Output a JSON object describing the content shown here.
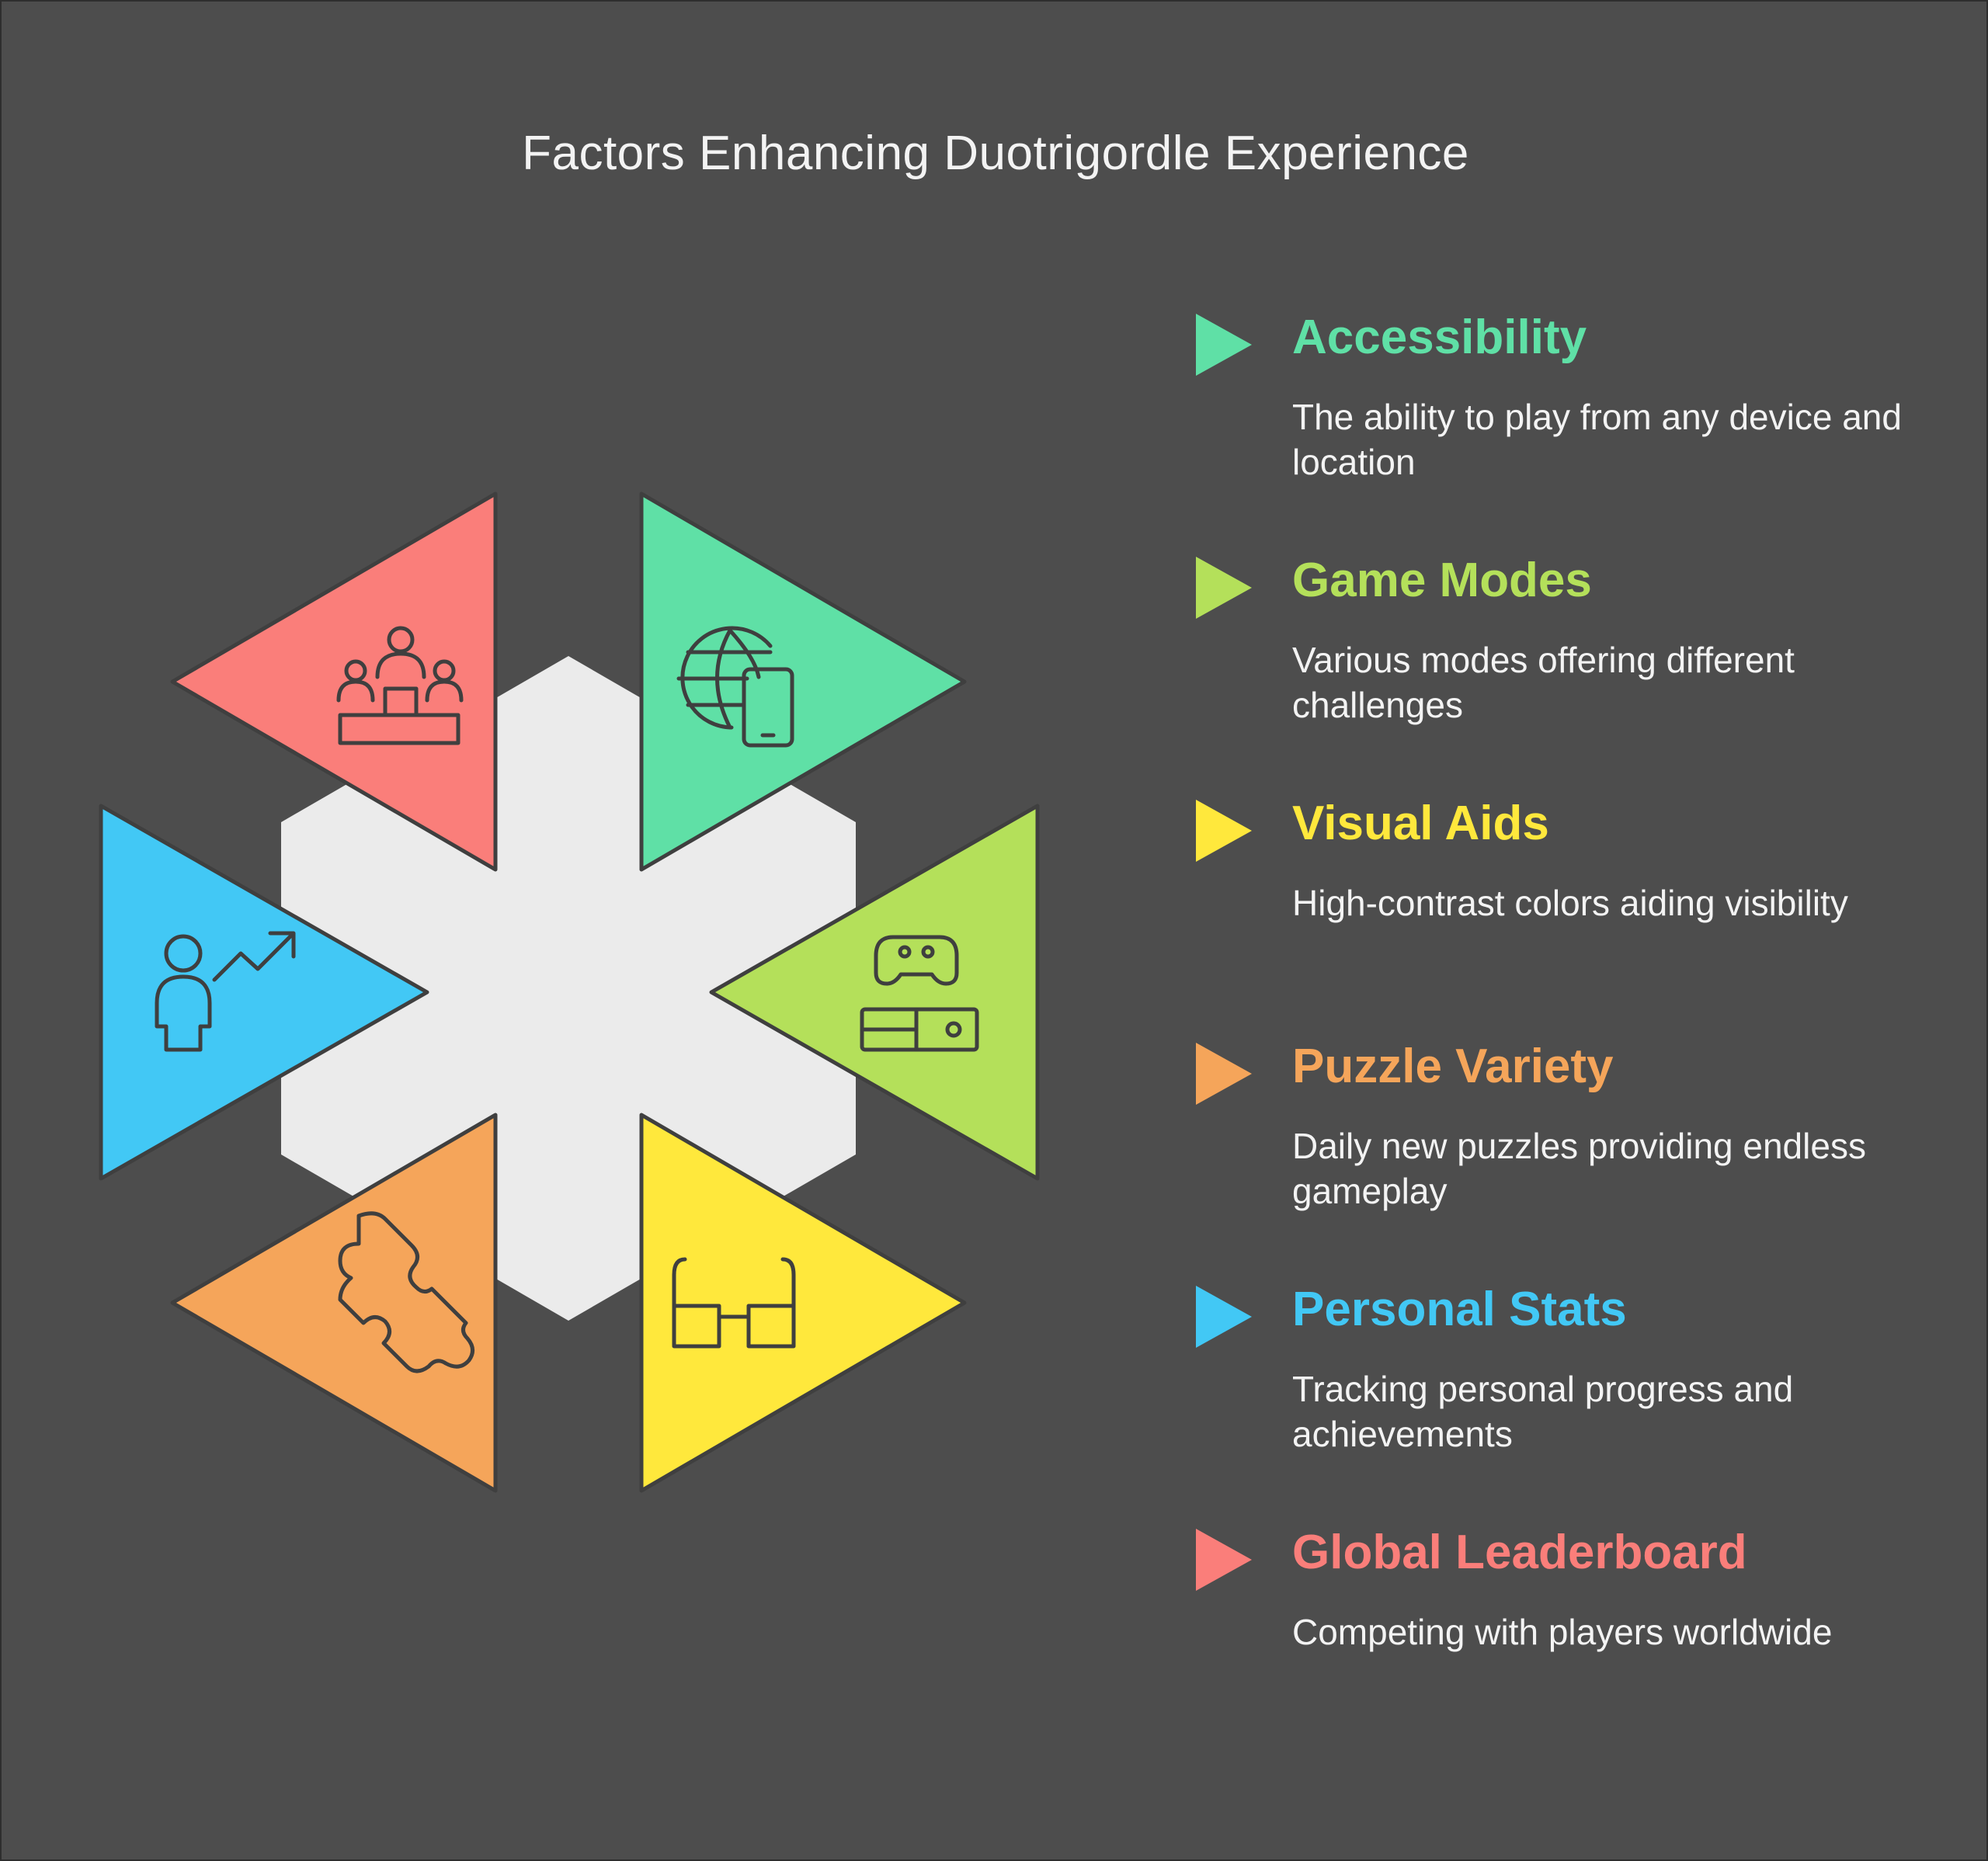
{
  "title": "Factors Enhancing Duotrigordle Experience",
  "colors": {
    "background": "#4d4d4d",
    "center_hexagon": "#ebebeb",
    "text": "#f3f3f3",
    "accessibility": "#5fe0a6",
    "game_modes": "#b4e05a",
    "visual_aids": "#ffe83c",
    "puzzle_variety": "#f5a55a",
    "personal_stats": "#42c8f5",
    "global_leaderboard": "#fa7e7a"
  },
  "segments": [
    {
      "id": "accessibility",
      "icon": "globe-mobile-icon",
      "color": "#5fe0a6"
    },
    {
      "id": "game_modes",
      "icon": "game-console-icon",
      "color": "#b4e05a"
    },
    {
      "id": "visual_aids",
      "icon": "glasses-icon",
      "color": "#ffe83c"
    },
    {
      "id": "puzzle_variety",
      "icon": "puzzle-piece-icon",
      "color": "#f5a55a"
    },
    {
      "id": "personal_stats",
      "icon": "person-growth-icon",
      "color": "#42c8f5"
    },
    {
      "id": "global_leaderboard",
      "icon": "podium-icon",
      "color": "#fa7e7a"
    }
  ],
  "items": [
    {
      "title": "Accessibility",
      "description": "The ability to play from any device and location",
      "color": "#5fe0a6"
    },
    {
      "title": "Game Modes",
      "description": "Various modes offering different challenges",
      "color": "#b4e05a"
    },
    {
      "title": "Visual Aids",
      "description": "High-contrast colors aiding visibility",
      "color": "#ffe83c"
    },
    {
      "title": "Puzzle Variety",
      "description": "Daily new puzzles providing endless gameplay",
      "color": "#f5a55a"
    },
    {
      "title": "Personal Stats",
      "description": "Tracking personal progress and achievements",
      "color": "#42c8f5"
    },
    {
      "title": "Global Leaderboard",
      "description": "Competing with players worldwide",
      "color": "#fa7e7a"
    }
  ]
}
